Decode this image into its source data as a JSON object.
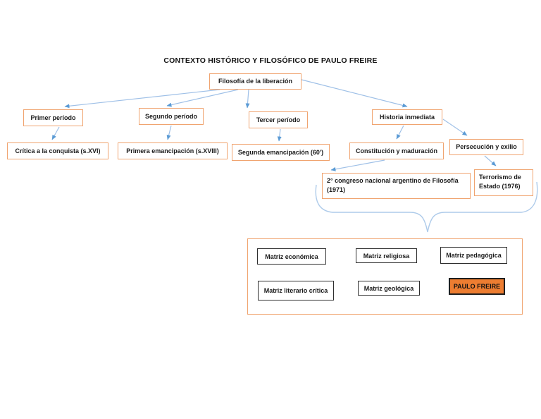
{
  "title": "CONTEXTO HISTÓRICO Y FILOSÓFICO DE PAULO FREIRE",
  "colors": {
    "node_border": "#F0A470",
    "arrow_line": "#9FC0E7",
    "arrow_head": "#5B9BD5",
    "brace": "#AECBEA",
    "highlight_fill": "#ED7D31",
    "inner_box_border": "#2E2E2E",
    "text": "#1A1A1A"
  },
  "nodes": {
    "filosofia": "Filosofía de la liberación",
    "primer": "Primer período",
    "segundo": "Segundo período",
    "tercer": "Tercer período",
    "historia": "Historia inmediata",
    "critica": "Crítica a la conquista (s.XVI)",
    "primera": "Primera emancipación (s.XVIII)",
    "segunda": "Segunda emancipación (60')",
    "constitucion": "Constitución y maduración",
    "persecucion": "Persecución y exilio",
    "congreso": "2° congreso nacional argentino de Filosofía (1971)",
    "terrorismo": "Terrorismo de Estado (1976)"
  },
  "edges": [
    {
      "from": "filosofia",
      "to": "primer"
    },
    {
      "from": "filosofia",
      "to": "segundo"
    },
    {
      "from": "filosofia",
      "to": "tercer"
    },
    {
      "from": "filosofia",
      "to": "historia"
    },
    {
      "from": "primer",
      "to": "critica"
    },
    {
      "from": "segundo",
      "to": "primera"
    },
    {
      "from": "tercer",
      "to": "segunda"
    },
    {
      "from": "historia",
      "to": "constitucion"
    },
    {
      "from": "historia",
      "to": "persecucion"
    },
    {
      "from": "constitucion",
      "to": "congreso"
    },
    {
      "from": "persecucion",
      "to": "terrorismo"
    },
    {
      "from": "congreso+terrorismo",
      "to": "matrix_panel",
      "via": "brace"
    },
    {
      "from": "matriz_pedagogica",
      "to": "paulo_freire"
    }
  ],
  "matrix_panel": {
    "items": [
      "Matriz económica",
      "Matriz religiosa",
      "Matriz pedagógica",
      "Matriz literario crítica",
      "Matriz geológica"
    ],
    "highlight": "PAULO FREIRE"
  }
}
